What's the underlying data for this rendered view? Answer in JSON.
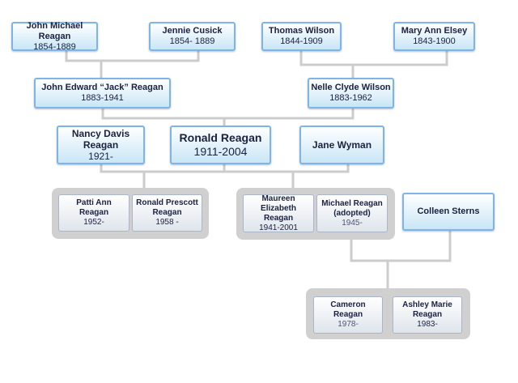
{
  "colors": {
    "box_border": "#7db4ea",
    "box_fill": "#c9e6f6",
    "connector": "#cccccc",
    "group_bg": "#d0d0d0"
  },
  "people": {
    "john_michael": {
      "name": "John Michael Reagan",
      "dates": "1854-1889"
    },
    "jennie": {
      "name": "Jennie Cusick",
      "dates": "1854- 1889"
    },
    "thomas": {
      "name": "Thomas Wilson",
      "dates": "1844-1909"
    },
    "mary_ann": {
      "name": "Mary Ann Elsey",
      "dates": "1843-1900"
    },
    "jack": {
      "name": "John Edward “Jack” Reagan",
      "dates": "1883-1941"
    },
    "nelle": {
      "name": "Nelle Clyde Wilson",
      "dates": "1883-1962"
    },
    "nancy": {
      "name": "Nancy Davis Reagan",
      "dates": "1921-"
    },
    "ronald": {
      "name": "Ronald Reagan",
      "dates": "1911-2004"
    },
    "jane": {
      "name": "Jane Wyman"
    },
    "patti": {
      "name": "Patti Ann Reagan",
      "dates": "1952-"
    },
    "ronald_prescott": {
      "name": "Ronald Prescott Reagan",
      "dates": "1958 -"
    },
    "maureen": {
      "name": "Maureen Elizabeth Reagan",
      "dates": "1941-2001"
    },
    "michael": {
      "name": "Michael Reagan (adopted)",
      "dates": "1945-"
    },
    "colleen": {
      "name": "Colleen Sterns"
    },
    "cameron": {
      "name": "Cameron Reagan",
      "dates": "1978-"
    },
    "ashley": {
      "name": "Ashley Marie Reagan",
      "dates": "1983-"
    }
  }
}
